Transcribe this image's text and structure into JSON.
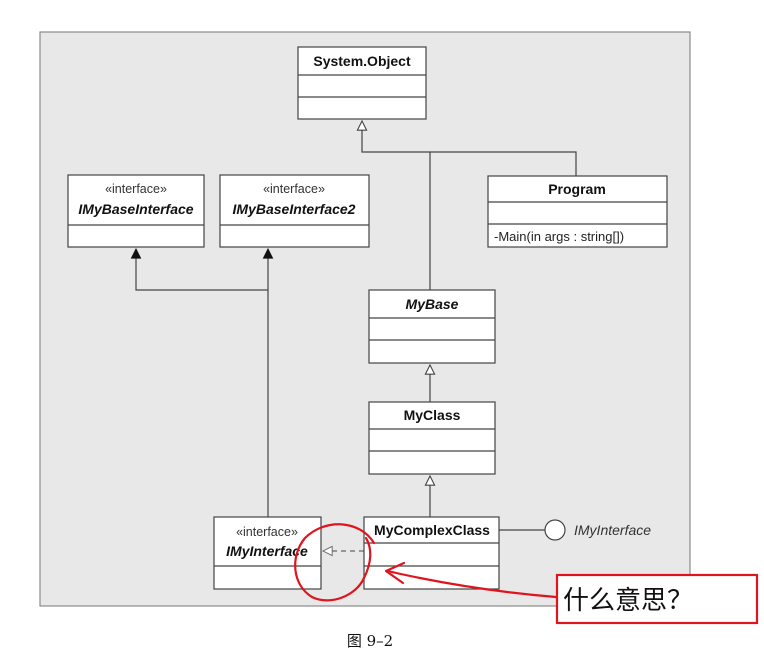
{
  "diagram": {
    "classes": {
      "system_object": {
        "name": "System.Object"
      },
      "program": {
        "name": "Program",
        "method": "-Main(in args : string[])"
      },
      "imybaseinterface": {
        "stereotype": "«interface»",
        "name": "IMyBaseInterface"
      },
      "imybaseinterface2": {
        "stereotype": "«interface»",
        "name": "IMyBaseInterface2"
      },
      "mybase": {
        "name": "MyBase"
      },
      "myclass": {
        "name": "MyClass"
      },
      "mycomplexclass": {
        "name": "MyComplexClass"
      },
      "imyinterface": {
        "stereotype": "«interface»",
        "name": "IMyInterface"
      }
    },
    "lollipop_label": "IMyInterface",
    "caption": "图 9–2",
    "annotation": {
      "text": "什么意思？"
    },
    "colors": {
      "panel_bg": "#e8e8e8",
      "panel_border": "#8c8c8c",
      "box_fill": "#ffffff",
      "line": "#444444",
      "annotation_red": "#e0141e"
    }
  }
}
